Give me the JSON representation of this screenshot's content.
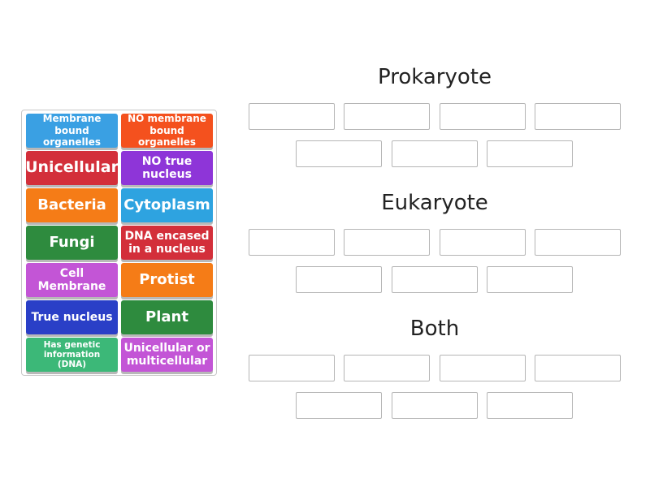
{
  "tiles": [
    {
      "label": "Membrane\nbound organelles",
      "color": "#3aa0e3"
    },
    {
      "label": "NO membrane\nbound organelles",
      "color": "#f4511e"
    },
    {
      "label": "Unicellular",
      "color": "#d32f3a"
    },
    {
      "label": "NO true\nnucleus",
      "color": "#8e35d8"
    },
    {
      "label": "Bacteria",
      "color": "#f57c17"
    },
    {
      "label": "Cytoplasm",
      "color": "#2ea3e0"
    },
    {
      "label": "Fungi",
      "color": "#2e8b3e"
    },
    {
      "label": "DNA encased\nin a nucleus",
      "color": "#d32f3a"
    },
    {
      "label": "Cell\nMembrane",
      "color": "#c355d6"
    },
    {
      "label": "Protist",
      "color": "#f57c17"
    },
    {
      "label": "True nucleus",
      "color": "#2a3fc7"
    },
    {
      "label": "Plant",
      "color": "#2e8b3e"
    },
    {
      "label": "Has genetic\ninformation (DNA)",
      "color": "#3cb878"
    },
    {
      "label": "Unicellular or\nmulticellular",
      "color": "#c355d6"
    }
  ],
  "groups": [
    {
      "title": "Prokaryote"
    },
    {
      "title": "Eukaryote"
    },
    {
      "title": "Both"
    }
  ]
}
